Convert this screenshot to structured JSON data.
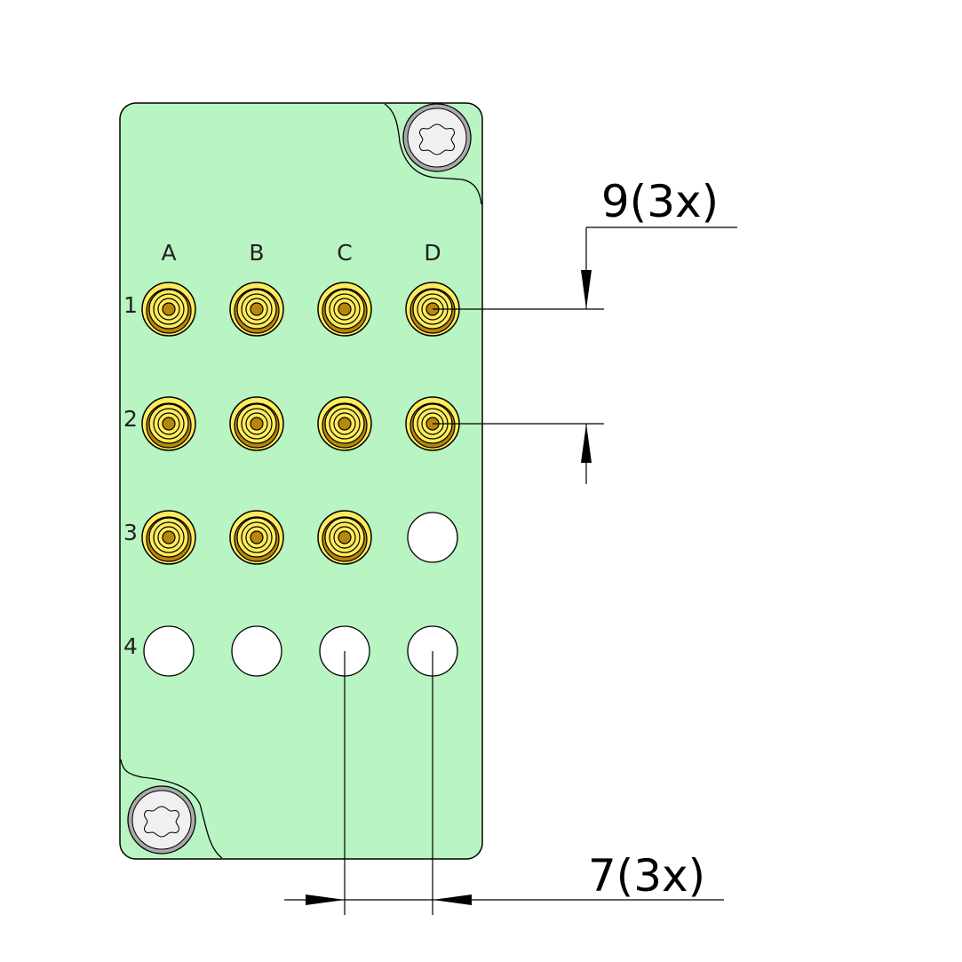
{
  "columns": [
    "A",
    "B",
    "C",
    "D"
  ],
  "rows": [
    "1",
    "2",
    "3",
    "4"
  ],
  "populated": [
    [
      true,
      true,
      true,
      true
    ],
    [
      true,
      true,
      true,
      true
    ],
    [
      true,
      true,
      true,
      false
    ],
    [
      false,
      false,
      false,
      false
    ]
  ],
  "dimensions": {
    "vertical_pitch": "9(3x)",
    "horizontal_pitch": "7(3x)"
  },
  "colors": {
    "panel": "#b9f4c3",
    "contact_gold": "#ffec5c",
    "contact_dark": "#b8860b",
    "hole": "#ffffff"
  }
}
